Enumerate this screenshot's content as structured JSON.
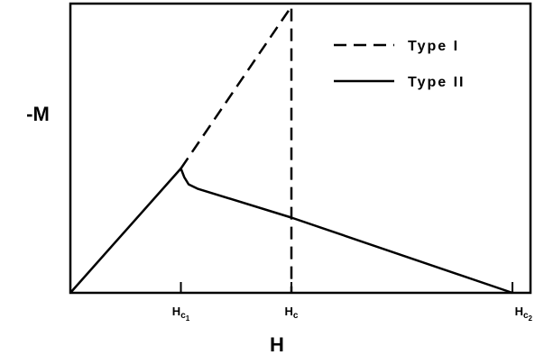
{
  "chart_data": {
    "type": "line",
    "xlabel": "H",
    "ylabel": "-M",
    "xlim": [
      0,
      4
    ],
    "ylim": [
      0,
      1
    ],
    "grid": false,
    "legend": "top-right",
    "x_ticks": [
      {
        "x": 1.0,
        "base": "H",
        "sub": "c",
        "subsub": "1"
      },
      {
        "x": 2.0,
        "base": "H",
        "sub": "c",
        "subsub": ""
      },
      {
        "x": 4.0,
        "base": "H",
        "sub": "c",
        "subsub": "2"
      }
    ],
    "series": [
      {
        "name": "Type I",
        "style": "dashed",
        "points": [
          [
            1.0,
            0.43
          ],
          [
            2.0,
            0.99
          ],
          [
            2.0,
            0.0
          ]
        ]
      },
      {
        "name": "Type II",
        "style": "solid",
        "points": [
          [
            0.0,
            0.0
          ],
          [
            1.0,
            0.43
          ],
          [
            1.03,
            0.4
          ],
          [
            1.07,
            0.375
          ],
          [
            1.15,
            0.36
          ],
          [
            2.0,
            0.26
          ],
          [
            4.0,
            0.0
          ]
        ]
      }
    ],
    "colors": {
      "line": "#000000",
      "background": "#ffffff"
    }
  }
}
